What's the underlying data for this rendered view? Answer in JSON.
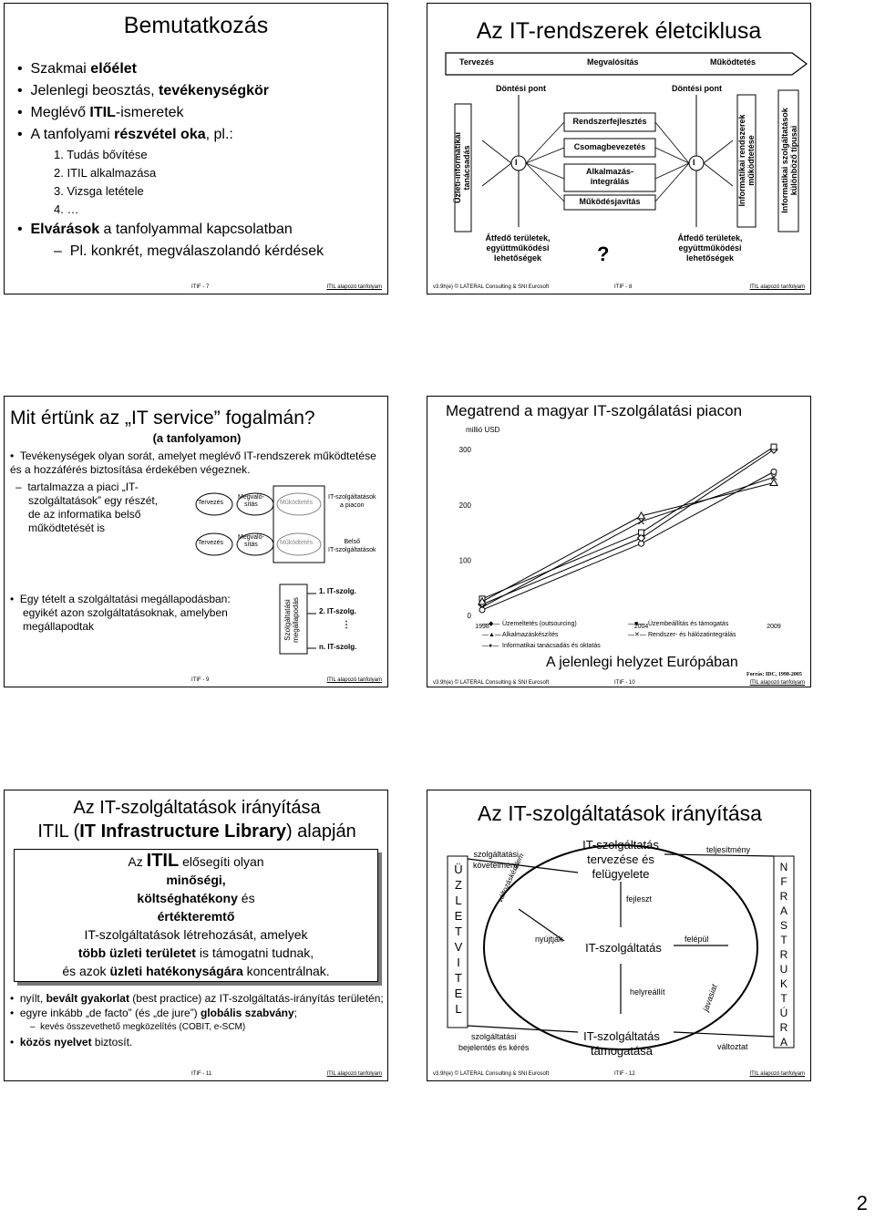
{
  "slide7": {
    "title": "Bemutatkozás",
    "bullets": [
      {
        "pre": "Szakmai ",
        "bold": "előélet",
        "post": ""
      },
      {
        "pre": "Jelenlegi beosztás, ",
        "bold": "tevékenységkör",
        "post": ""
      },
      {
        "pre": "Meglévő ",
        "bold": "ITIL",
        "post": "-ismeretek"
      },
      {
        "pre": "A tanfolyami ",
        "bold": "részvétel oka",
        "post": ", pl.:"
      }
    ],
    "numbered": [
      "1.  Tudás bővítése",
      "2.  ITIL alkalmazása",
      "3.  Vizsga letétele",
      "4.  …"
    ],
    "expect": {
      "bold": "Elvárások",
      "post": " a tanfolyammal kapcsolatban"
    },
    "sub": "Pl. konkrét, megválaszolandó kérdések",
    "footer_center": "ITIF - 7",
    "footer_right": "ITIL alapozó tanfolyam"
  },
  "slide8": {
    "title": "Az IT-rendszerek életciklusa",
    "phases": [
      "Tervezés",
      "Megvalósítás",
      "Működtetés"
    ],
    "decision1": "Döntési pont",
    "decision2": "Döntési pont",
    "left_vertical": [
      "Üzleti-informatikai",
      "tanácsadás"
    ],
    "boxes": [
      "Rendszerfejlesztés",
      "Csomagbevezetés",
      "Alkalmazás-",
      "integrálás",
      "Működésjavítás"
    ],
    "overlap1": [
      "Átfedő területek,",
      "együttműködési",
      "lehetőségek"
    ],
    "overlap2": [
      "Átfedő területek,",
      "együttműködési",
      "lehetőségek"
    ],
    "right_vertical1": [
      "Informatikai rendszerek",
      "működtetése"
    ],
    "right_vertical2": [
      "Informatikai szolgáltatások",
      "különböző típusai"
    ],
    "circle_label": "I",
    "question": "?",
    "footer_left": "v3.9h(e)  © LATERAL Consulting & SNI Eurosoft",
    "footer_center": "ITIF - 8",
    "footer_right": "ITIL alapozó tanfolyam"
  },
  "slide9": {
    "title": "Mit értünk az „IT service” fogalmán?",
    "subtitle": "(a tanfolyamon)",
    "bullet1": "Tevékenységek olyan sorát, amelyet meglévő IT-rendszerek működtetése és a hozzáférés biztosítása érdekében végeznek.",
    "dash_lines": [
      "tartalmazza a piaci „IT-",
      "szolgáltatások” egy részét,",
      "de az informatika belső",
      "működtetését is"
    ],
    "row_labels": [
      "Tervezés",
      "Megvaló-",
      "sítás",
      "Működtetés"
    ],
    "right1": [
      "IT-szolgáltatások",
      "a piacon"
    ],
    "right2": [
      "Belső",
      "IT-szolgáltatások"
    ],
    "bullet2": [
      "Egy tételt a szolgáltatási megállapodásban:",
      "egyikét azon szolgáltatásoknak, amelyben",
      "megállapodtak"
    ],
    "sla_vertical": [
      "Szolgáltatási",
      "megállapodás"
    ],
    "sla_items": [
      "1. IT-szolg.",
      "2. IT-szolg.",
      "⋮",
      "n. IT-szolg."
    ],
    "footer_center": "ITIF - 9",
    "footer_right": "ITIL alapozó tanfolyam"
  },
  "slide10": {
    "title": "Megatrend a magyar IT-szolgálatási piacon",
    "unit": "millió USD",
    "bottom_title": "A jelenlegi helyzet Európában",
    "source": "Forrás: IDC, 1998-2005",
    "footer_left": "v3.9h(e)  © LATERAL Consulting & SNI Eurosoft",
    "footer_center": "ITIF - 10",
    "footer_right": "ITIL alapozó tanfolyam"
  },
  "chart_data": {
    "type": "line",
    "x": [
      1998,
      2004,
      2009
    ],
    "xlabel": "",
    "ylabel": "millió USD",
    "ylim": [
      0,
      320
    ],
    "y_ticks": [
      0,
      100,
      200,
      300
    ],
    "x_ticks": [
      "1998",
      "2004",
      "2009"
    ],
    "grid": false,
    "legend": "bottom",
    "series": [
      {
        "name": "Üzemeltetés (outsourcing)",
        "marker": "diamond",
        "values": [
          20,
          140,
          300
        ]
      },
      {
        "name": "Üzembeállítás és támogatás",
        "marker": "square",
        "values": [
          30,
          150,
          305
        ]
      },
      {
        "name": "Alkalmazáskészítés",
        "marker": "triangle",
        "values": [
          25,
          180,
          240
        ]
      },
      {
        "name": "Rendszer- és hálózatintegrálás",
        "marker": "cross",
        "values": [
          15,
          170,
          250
        ]
      },
      {
        "name": "Informatikai tanácsadás és oktatás",
        "marker": "circle",
        "values": [
          10,
          130,
          260
        ]
      }
    ]
  },
  "slide11": {
    "title1": "Az IT-szolgáltatások irányítása",
    "title2_pre": "ITIL (",
    "title2_bold": "IT Infrastructure Library",
    "title2_post": ") alapján",
    "box_line1_pre": "Az ",
    "box_line1_bold": "ITIL",
    "box_line1_post": " elősegíti olyan",
    "box_line2": "minőségi,",
    "box_line3_bold": "költséghatékony",
    "box_line3_post": " és",
    "box_line4": "értékteremtő",
    "box_line5": "IT-szolgáltatások létrehozását, amelyek",
    "box_line6_bold": "több üzleti területet",
    "box_line6_post": " is támogatni tudnak,",
    "box_line7_pre": "és azok ",
    "box_line7_bold": "üzleti hatékonyságára",
    "box_line7_post": " koncentrálnak.",
    "b1_pre": "nyílt, ",
    "b1_bold": "bevált gyakorlat",
    "b1_post": " (best practice) az IT-szolgáltatás-irányítás területén;",
    "b2_pre": "egyre inkább „de facto” (és „de jure”) ",
    "b2_bold": "globális szabvány",
    "b2_post": ";",
    "b2_sub": "kevés összevethető megközelítés (COBIT, e-SCM)",
    "b3_bold": "közös nyelvet",
    "b3_post": " biztosít.",
    "footer_center": "ITIF - 11",
    "footer_right": "ITIL alapozó tanfolyam"
  },
  "slide12": {
    "title": "Az IT-szolgáltatások irányítása",
    "left_letters": [
      "Ü",
      "Z",
      "L",
      "E",
      "T",
      "V",
      "I",
      "T",
      "E",
      "L"
    ],
    "right_letters": [
      "N",
      "F",
      "R",
      "A",
      "S",
      "T",
      "R",
      "U",
      "K",
      "T",
      "Ú",
      "R",
      "A"
    ],
    "top_center": [
      "IT-szolgáltatás",
      "tervezése és",
      "felügyelete"
    ],
    "center": "IT-szolgáltatás",
    "bottom_center": [
      "IT-szolgáltatás",
      "támogatása"
    ],
    "top_left": [
      "szolgáltatási",
      "követelmény"
    ],
    "bottom_left": [
      "szolgáltatási",
      "bejelentés és kérés"
    ],
    "valtozas": "változáskérelem",
    "nyujtjak": "nyújtják",
    "fejleszt": "fejleszt",
    "helyreallit": "helyreállít",
    "felepul": "felépül",
    "teljesitmeny": "teljesítmény",
    "javasiat": "javasiat",
    "valtoztat": "változtat",
    "footer_left": "v3.9h(e)  © LATERAL Consulting & SNI Eurosoft",
    "footer_center": "ITIF - 12",
    "footer_right": "ITIL alapozó tanfolyam"
  },
  "page_number": "2"
}
